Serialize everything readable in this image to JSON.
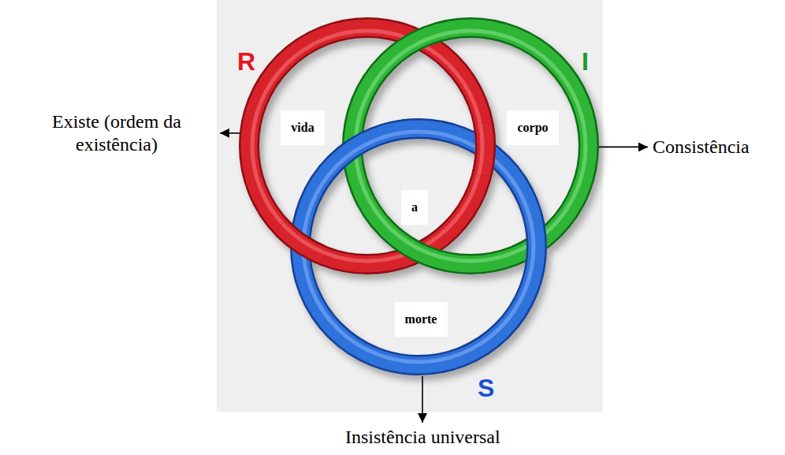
{
  "diagram": {
    "nodes": [
      {
        "text": [
          "vida"
        ]
      },
      {
        "text": [
          "corpo"
        ]
      },
      {
        "text": [
          "a"
        ]
      },
      {
        "text": [
          "morte"
        ]
      }
    ],
    "labels": [
      "R",
      "I",
      "S",
      "Existe (ordem da existência)",
      "Consistência",
      "Insistência universal"
    ]
  }
}
